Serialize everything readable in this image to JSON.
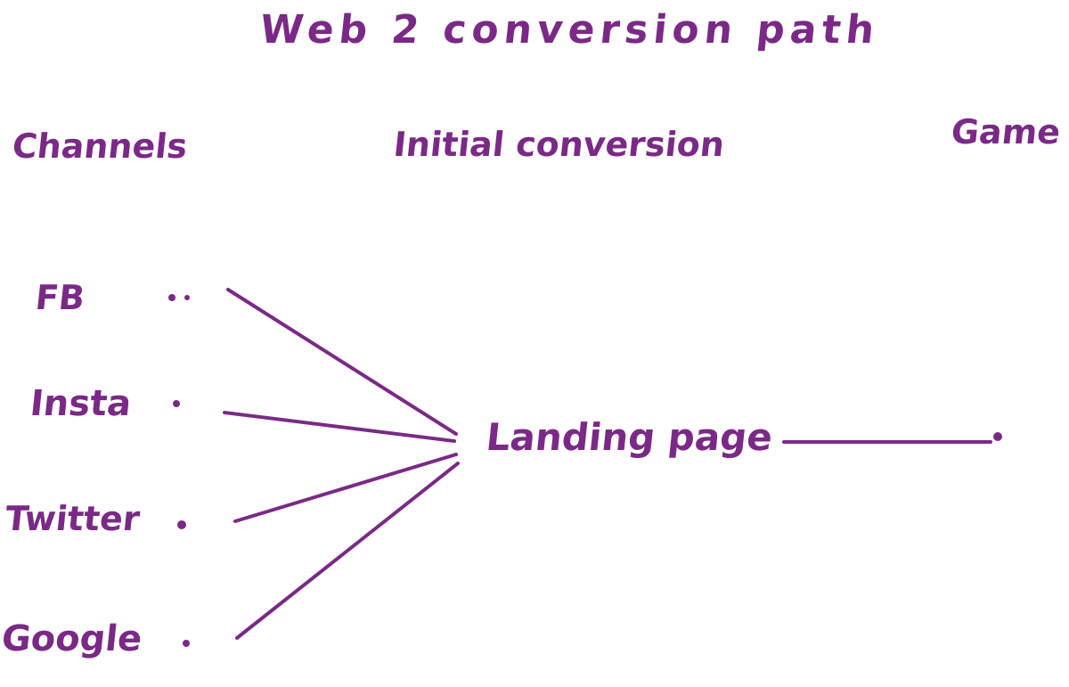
{
  "title": "Web 2 conversion path",
  "columns": {
    "channels": "Channels",
    "initial_conversion": "Initial conversion",
    "game": "Game"
  },
  "channels": [
    "FB",
    "Insta",
    "Twitter",
    "Google"
  ],
  "landing": "Landing page",
  "ink_color": "#7a2a86"
}
